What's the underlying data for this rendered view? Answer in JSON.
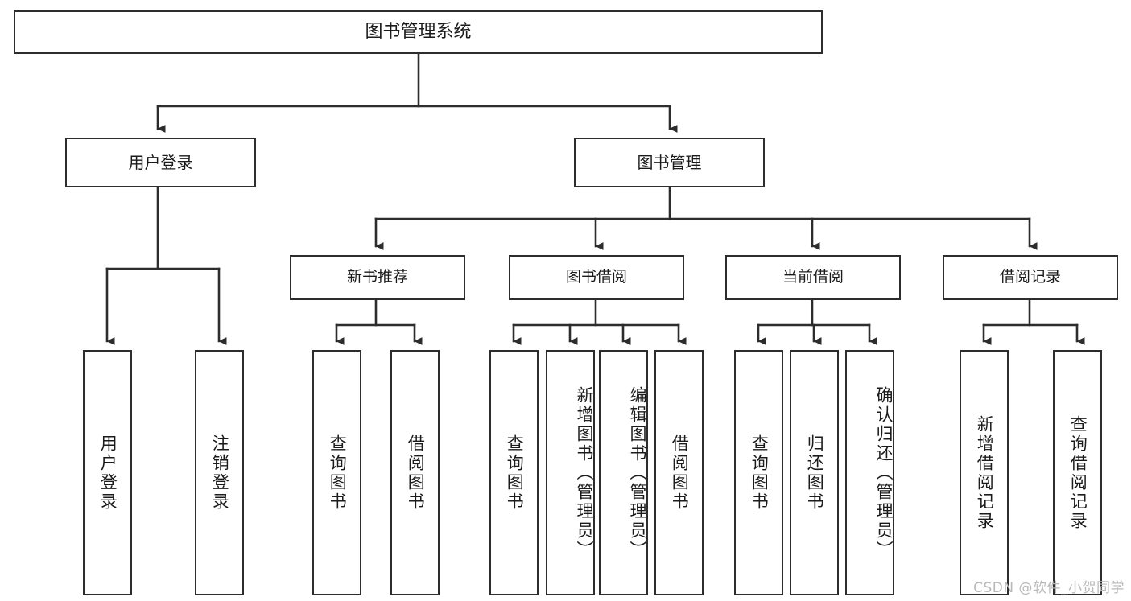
{
  "diagram": {
    "title": "图书管理系统",
    "type": "tree",
    "watermark": "CSDN @软件_小贺同学",
    "colors": {
      "background": "#ffffff",
      "box_fill": "#ffffff",
      "box_border": "#2d2d2d",
      "connector": "#2d2d2d",
      "text": "#1b1b1b",
      "watermark": "#b9b9b9"
    },
    "nodes": {
      "root": {
        "label": "图书管理系统"
      },
      "level1": [
        {
          "id": "user-login",
          "label": "用户登录"
        },
        {
          "id": "book-manage",
          "label": "图书管理"
        }
      ],
      "level2": [
        {
          "id": "new-book-rec",
          "label": "新书推荐",
          "parent": "book-manage"
        },
        {
          "id": "book-borrow",
          "label": "图书借阅",
          "parent": "book-manage"
        },
        {
          "id": "current-borrow",
          "label": "当前借阅",
          "parent": "book-manage"
        },
        {
          "id": "borrow-record",
          "label": "借阅记录",
          "parent": "book-manage"
        }
      ],
      "leaves": [
        {
          "id": "leaf-user-login",
          "label": "用户登录",
          "parent": "user-login"
        },
        {
          "id": "leaf-user-logout",
          "label": "注销登录",
          "parent": "user-login"
        },
        {
          "id": "leaf-rec-query",
          "label": "查询图书",
          "parent": "new-book-rec"
        },
        {
          "id": "leaf-rec-borrow",
          "label": "借阅图书",
          "parent": "new-book-rec"
        },
        {
          "id": "leaf-borrow-query",
          "label": "查询图书",
          "parent": "book-borrow"
        },
        {
          "id": "leaf-borrow-add",
          "label": "新增图书（管理员）",
          "parent": "book-borrow"
        },
        {
          "id": "leaf-borrow-edit",
          "label": "编辑图书（管理员）",
          "parent": "book-borrow"
        },
        {
          "id": "leaf-borrow-lend",
          "label": "借阅图书",
          "parent": "book-borrow"
        },
        {
          "id": "leaf-cur-query",
          "label": "查询图书",
          "parent": "current-borrow"
        },
        {
          "id": "leaf-cur-return",
          "label": "归还图书",
          "parent": "current-borrow"
        },
        {
          "id": "leaf-cur-confirm",
          "label": "确认归还（管理员）",
          "parent": "current-borrow"
        },
        {
          "id": "leaf-rec-add",
          "label": "新增借阅记录",
          "parent": "borrow-record"
        },
        {
          "id": "leaf-rec-query-rec",
          "label": "查询借阅记录",
          "parent": "borrow-record"
        }
      ]
    }
  }
}
